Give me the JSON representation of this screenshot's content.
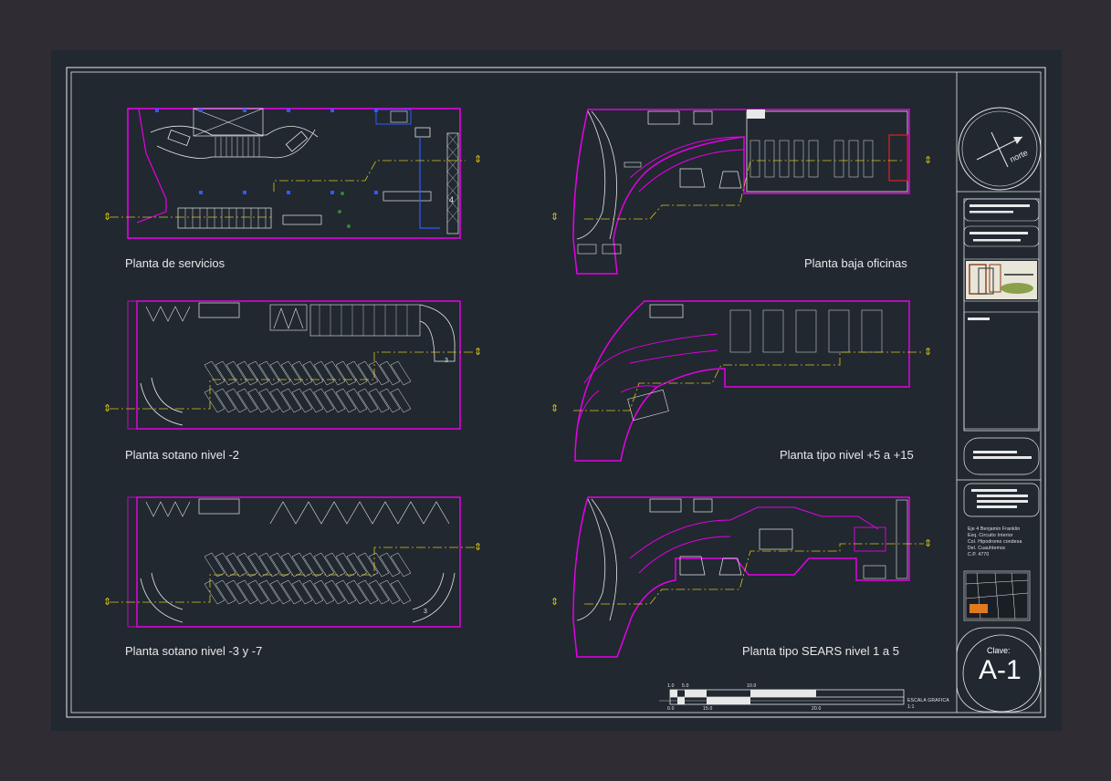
{
  "sheet": {
    "plans": [
      {
        "id": "servicios",
        "label": "Planta de servicios"
      },
      {
        "id": "baja_oficinas",
        "label": "Planta baja oficinas"
      },
      {
        "id": "sotano_2",
        "label": "Planta sotano nivel -2"
      },
      {
        "id": "tipo_5_15",
        "label": "Planta tipo nivel +5 a +15"
      },
      {
        "id": "sotano_3_7",
        "label": "Planta sotano nivel -3 y -7"
      },
      {
        "id": "tipo_sears",
        "label": "Planta tipo SEARS nivel 1 a 5"
      }
    ],
    "dimension_marks": {
      "d4": "4",
      "d3a": "3",
      "d3b": "3"
    }
  },
  "title_block": {
    "north_text": "norte",
    "address_lines": [
      "Eje 4 Benjamin Franklin",
      "Esq. Circuito Interior",
      "Col. Hipodromo condesa",
      "Del. Cuauhtemoc",
      "C.P. 4770"
    ],
    "clave_label": "Clave:",
    "clave_value": "A-1"
  },
  "scale_bar": {
    "top_ticks": [
      "1.0",
      "5.0",
      "10.0"
    ],
    "bottom_ticks": [
      "0.0",
      "15.0",
      "20.0"
    ],
    "caption": "ESCALA GRAFICA",
    "caption2": "1:1"
  },
  "colors": {
    "sheet_bg": "#212830",
    "magenta": "#e600e6",
    "white_line": "#e8e8e8",
    "blue": "#2f5cff",
    "yellow": "#d8c41a",
    "green": "#2f8a2f",
    "red": "#e02020",
    "orange": "#e07a20"
  }
}
